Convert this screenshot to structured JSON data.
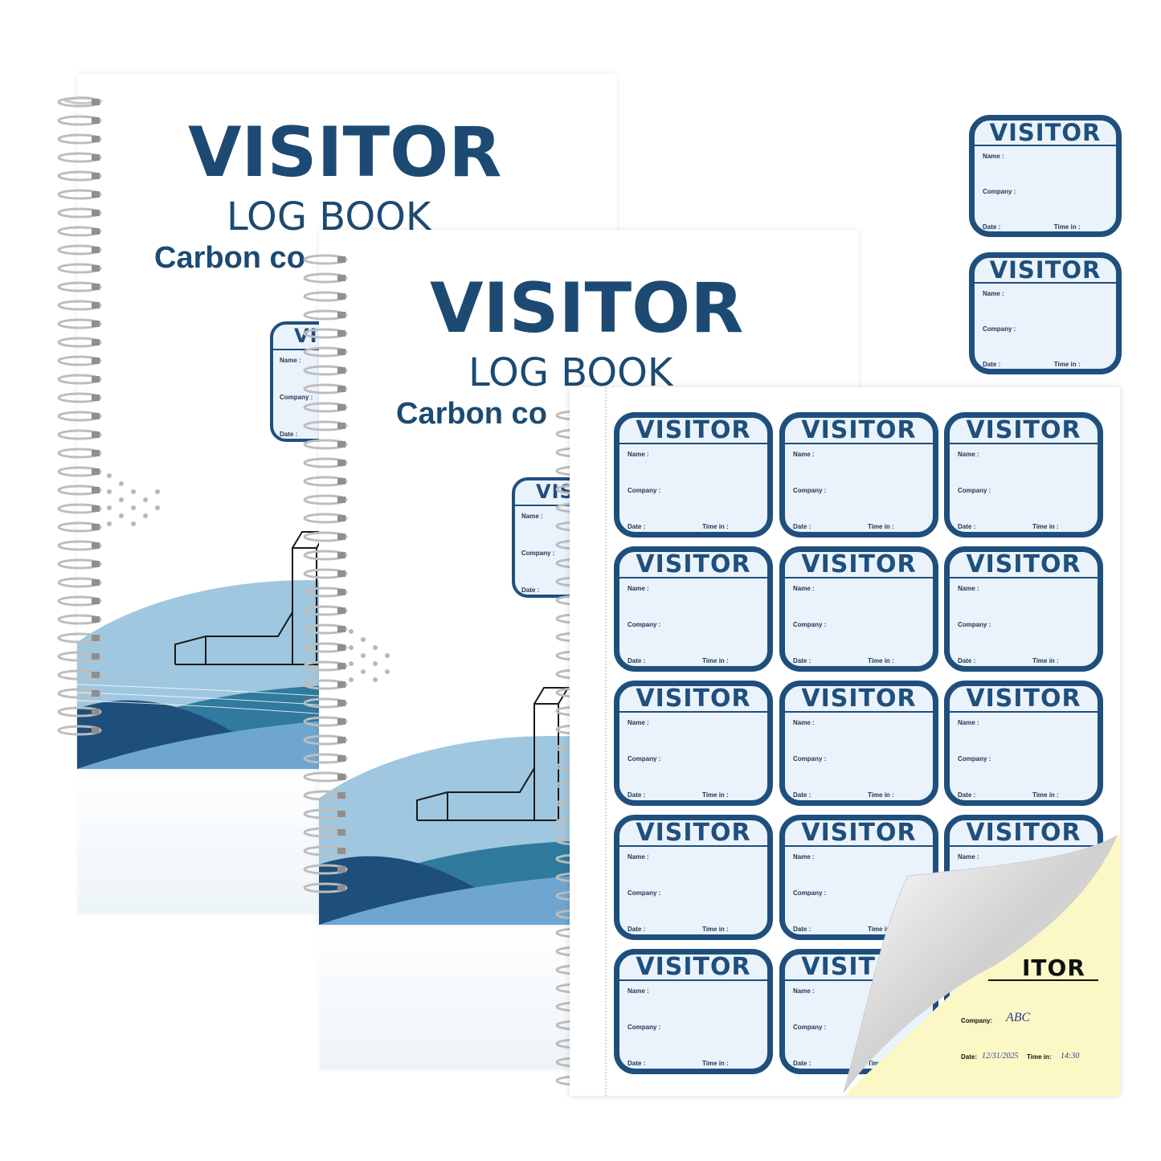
{
  "cover": {
    "title": "VISITOR",
    "subtitle": "LOG BOOK",
    "subtitle_partial": "Carbon co"
  },
  "badge": {
    "title": "VISITOR",
    "name_label": "Name :",
    "company_label": "Company :",
    "date_label": "Date :",
    "time_label": "Time in :"
  },
  "sample": {
    "title_partial": "ITOR",
    "company_label": "Company:",
    "company_value": "ABC",
    "date_label": "Date:",
    "date_value": "12/31/2025",
    "time_label": "Time in:",
    "time_value": "14:30"
  },
  "colors": {
    "navy": "#1c4a72",
    "light_blue": "#eaf3fc",
    "carbon_yellow": "#fbf8c6"
  }
}
